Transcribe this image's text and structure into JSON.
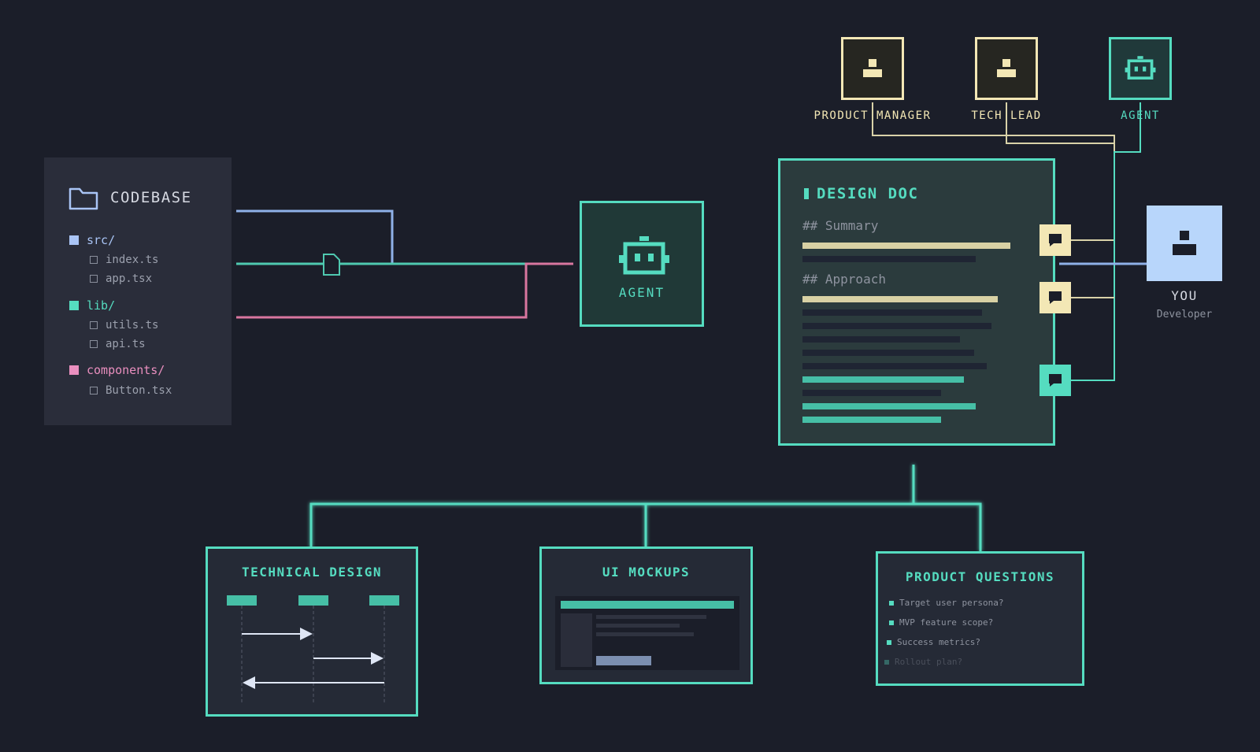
{
  "codebase": {
    "title": "CODEBASE",
    "folders": [
      {
        "name": "src/",
        "color": "#a9c4f5",
        "files": [
          "index.ts",
          "app.tsx"
        ]
      },
      {
        "name": "lib/",
        "color": "#55dcc0",
        "files": [
          "utils.ts",
          "api.ts"
        ]
      },
      {
        "name": "components/",
        "color": "#ea8fbf",
        "files": [
          "Button.tsx"
        ]
      }
    ]
  },
  "agent": {
    "label": "AGENT"
  },
  "design_doc": {
    "title": "DESIGN DOC",
    "sections": [
      "## Summary",
      "## Approach"
    ]
  },
  "roles": [
    {
      "label": "PRODUCT MANAGER",
      "icon": "person-icon",
      "color": "#f3e7b5"
    },
    {
      "label": "TECH LEAD",
      "icon": "person-icon",
      "color": "#f3e7b5"
    },
    {
      "label": "AGENT",
      "icon": "robot-icon",
      "color": "#55dcc0"
    }
  ],
  "you": {
    "label": "YOU",
    "sublabel": "Developer"
  },
  "outputs": {
    "technical_design": {
      "title": "TECHNICAL DESIGN"
    },
    "ui_mockups": {
      "title": "UI MOCKUPS"
    },
    "product_questions": {
      "title": "PRODUCT QUESTIONS",
      "items": [
        "Target user persona?",
        "MVP feature scope?",
        "Success metrics?",
        "Rollout plan?"
      ]
    }
  },
  "colors": {
    "accent": "#55dcc0",
    "blue": "#a9c4f5",
    "pink": "#ea8fbf",
    "cream": "#f3e7b5",
    "background": "#1b1e29"
  }
}
